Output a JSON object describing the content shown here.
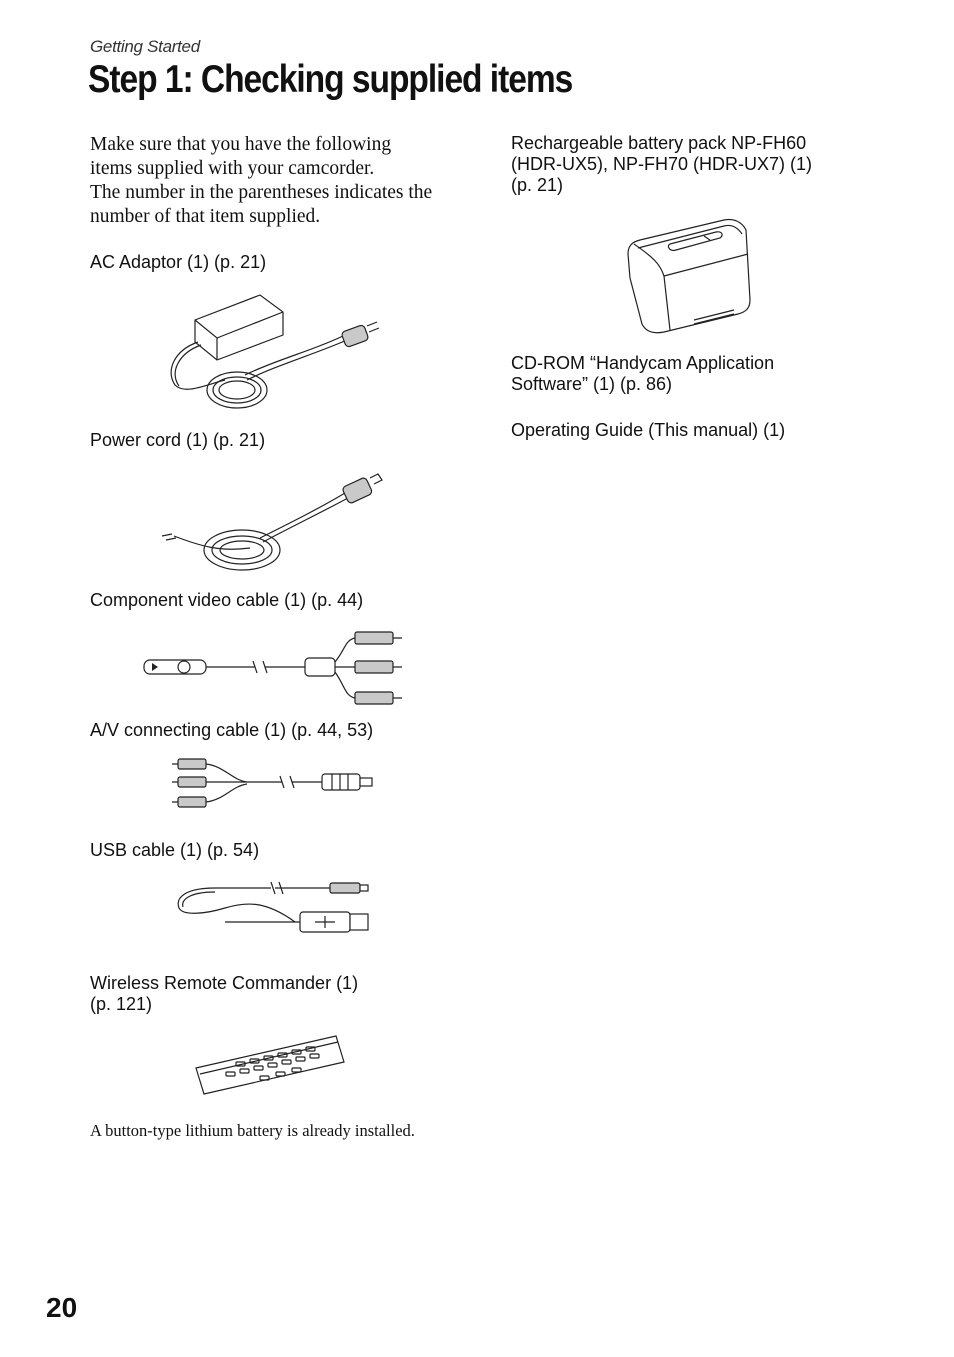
{
  "header": {
    "section": "Getting Started",
    "title": "Step 1: Checking supplied items"
  },
  "intro": {
    "lines": [
      "Make sure that you have the following",
      "items supplied with your camcorder.",
      "The number in the parentheses indicates the",
      "number of that item supplied."
    ]
  },
  "left_items": {
    "ac_adaptor": "AC Adaptor (1) (p. 21)",
    "power_cord": "Power cord (1) (p. 21)",
    "component_cable": "Component video cable (1) (p. 44)",
    "av_cable": "A/V connecting cable (1) (p. 44, 53)",
    "usb_cable": "USB cable (1) (p. 54)",
    "remote_line1": "Wireless Remote Commander (1)",
    "remote_line2": "(p. 121)"
  },
  "remote_note": "A button-type lithium battery is already installed.",
  "right_items": {
    "battery_lines": [
      "Rechargeable battery pack NP-FH60",
      "(HDR-UX5), NP-FH70 (HDR-UX7) (1)",
      "(p. 21)"
    ],
    "cdrom_lines": [
      "CD-ROM “Handycam Application",
      "Software” (1) (p. 86)"
    ],
    "operating_guide": "Operating Guide (This manual) (1)"
  },
  "page_number": "20"
}
